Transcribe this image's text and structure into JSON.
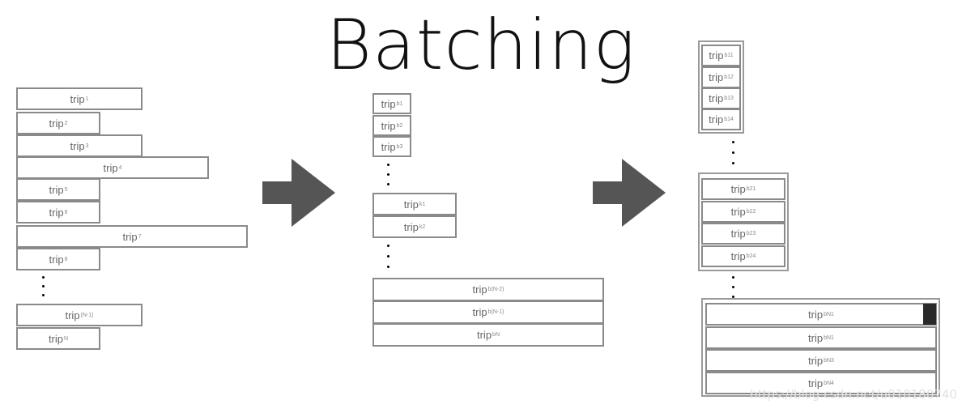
{
  "title": "Batching",
  "watermark": "https://blog.csdn.net/u010180740",
  "stage1": {
    "trips": [
      {
        "text": "trip",
        "sub": "1"
      },
      {
        "text": "trip",
        "sub": "2"
      },
      {
        "text": "trip",
        "sub": "3"
      },
      {
        "text": "trip",
        "sub": "4"
      },
      {
        "text": "trip",
        "sub": "5"
      },
      {
        "text": "trip",
        "sub": "6"
      },
      {
        "text": "trip",
        "sub": "7"
      },
      {
        "text": "trip",
        "sub": "8"
      },
      {
        "text": "trip",
        "sub": "(N-1)"
      },
      {
        "text": "trip",
        "sub": "N"
      }
    ]
  },
  "stage2": {
    "trips": [
      {
        "text": "trip",
        "sub": "b1"
      },
      {
        "text": "trip",
        "sub": "b2"
      },
      {
        "text": "trip",
        "sub": "b3"
      },
      {
        "text": "trip",
        "sub": "k1"
      },
      {
        "text": "trip",
        "sub": "k2"
      },
      {
        "text": "trip",
        "sub": "b(N-2)"
      },
      {
        "text": "trip",
        "sub": "b(N-1)"
      },
      {
        "text": "trip",
        "sub": "bN"
      }
    ]
  },
  "stage3": {
    "trips": [
      {
        "text": "trip",
        "sub": "b11"
      },
      {
        "text": "trip",
        "sub": "b12"
      },
      {
        "text": "trip",
        "sub": "b13"
      },
      {
        "text": "trip",
        "sub": "b14"
      },
      {
        "text": "trip",
        "sub": "b21"
      },
      {
        "text": "trip",
        "sub": "b22"
      },
      {
        "text": "trip",
        "sub": "b23"
      },
      {
        "text": "trip",
        "sub": "b24"
      },
      {
        "text": "trip",
        "sub": "bN1"
      },
      {
        "text": "trip",
        "sub": "bN1"
      },
      {
        "text": "trip",
        "sub": "bN3"
      },
      {
        "text": "trip",
        "sub": "bN4"
      }
    ]
  }
}
